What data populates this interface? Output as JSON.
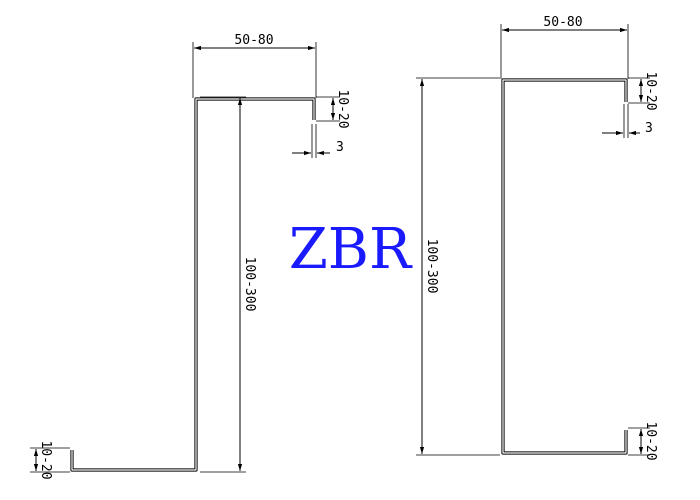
{
  "brand": {
    "text": "ZBR",
    "color": "#1a1aff"
  },
  "z_profile": {
    "width_label": "50-80",
    "top_lip_label": "10-20",
    "thickness_label": "3",
    "height_label": "100-300",
    "bottom_lip_label": "10-20"
  },
  "c_profile": {
    "width_label": "50-80",
    "top_lip_label": "10-20",
    "thickness_label": "3",
    "height_label": "100-300",
    "bottom_lip_label": "10-20"
  }
}
